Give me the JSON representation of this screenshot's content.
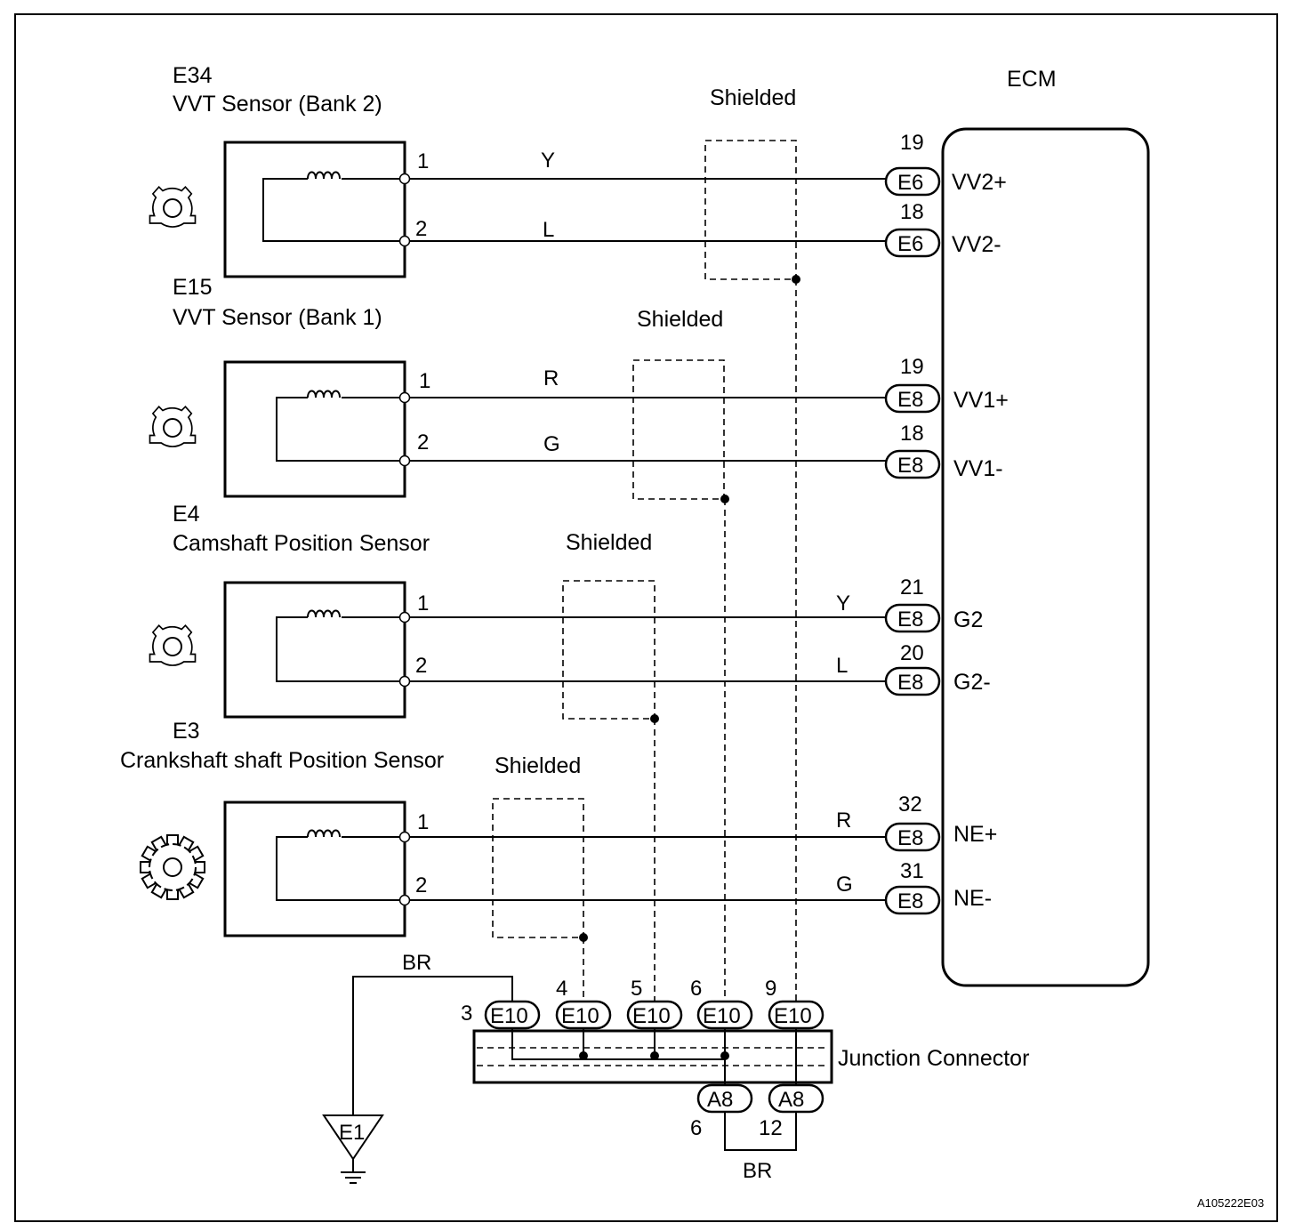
{
  "ecm": {
    "label": "ECM"
  },
  "sensors": [
    {
      "code": "E34",
      "name": "VVT Sensor (Bank 2)",
      "pins": [
        "1",
        "2"
      ],
      "wires": [
        "Y",
        "L"
      ],
      "ecm_connector": "E6",
      "ecm_pins": [
        "19",
        "18"
      ],
      "ecm_signals": [
        "VV2+",
        "VV2-"
      ],
      "shield_label": "Shielded",
      "shield_junction_pin": "9"
    },
    {
      "code": "E15",
      "name": "VVT Sensor (Bank 1)",
      "pins": [
        "1",
        "2"
      ],
      "wires": [
        "R",
        "G"
      ],
      "ecm_connector": "E8",
      "ecm_pins": [
        "19",
        "18"
      ],
      "ecm_signals": [
        "VV1+",
        "VV1-"
      ],
      "shield_label": "Shielded",
      "shield_junction_pin": "6"
    },
    {
      "code": "E4",
      "name": "Camshaft Position Sensor",
      "pins": [
        "1",
        "2"
      ],
      "wires": [
        "Y",
        "L"
      ],
      "ecm_connector": "E8",
      "ecm_pins": [
        "21",
        "20"
      ],
      "ecm_signals": [
        "G2",
        "G2-"
      ],
      "shield_label": "Shielded",
      "shield_junction_pin": "5"
    },
    {
      "code": "E3",
      "name": "Crankshaft shaft Position Sensor",
      "pins": [
        "1",
        "2"
      ],
      "wires": [
        "R",
        "G"
      ],
      "ecm_connector": "E8",
      "ecm_pins": [
        "32",
        "31"
      ],
      "ecm_signals": [
        "NE+",
        "NE-"
      ],
      "shield_label": "Shielded",
      "shield_junction_pin": "4"
    }
  ],
  "junction": {
    "label": "Junction Connector",
    "connector": "E10",
    "pins": [
      "3",
      "4",
      "5",
      "6",
      "9"
    ],
    "output_connector": "A8",
    "output_pins": [
      "6",
      "12"
    ],
    "output_wire": "BR"
  },
  "ground": {
    "connector": "E1",
    "wire": "BR"
  },
  "figure_id": "A105222E03"
}
